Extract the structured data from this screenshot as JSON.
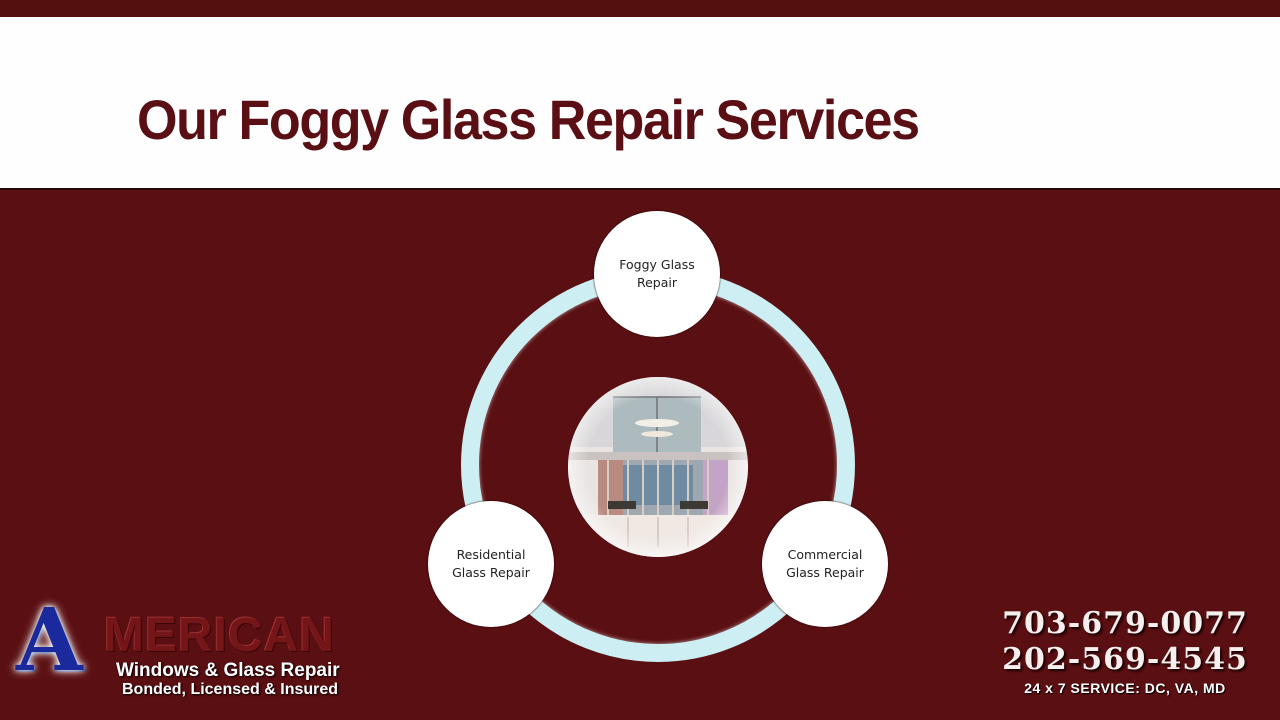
{
  "slide": {
    "title": "Our Foggy Glass Repair Services",
    "colors": {
      "maroon": "#5a0f12",
      "title_text": "#5a0f14",
      "ring": "#cdeef3",
      "node_fill": "#ffffff",
      "logo_blue": "#1a2a9c"
    }
  },
  "diagram": {
    "center_image": "glass-storefront-entrance-photo",
    "nodes": [
      {
        "label": "Foggy Glass Repair",
        "position": "top"
      },
      {
        "label": "Residential Glass Repair",
        "position": "bottom-left"
      },
      {
        "label": "Commercial Glass Repair",
        "position": "bottom-right"
      }
    ]
  },
  "logo": {
    "initial": "A",
    "rest": "MERICAN",
    "tagline": "Windows & Glass Repair",
    "subtagline": "Bonded, Licensed & Insured"
  },
  "contact": {
    "phones": [
      "703-679-0077",
      "202-569-4545"
    ],
    "service_note": "24 x 7 SERVICE: DC, VA, MD"
  }
}
